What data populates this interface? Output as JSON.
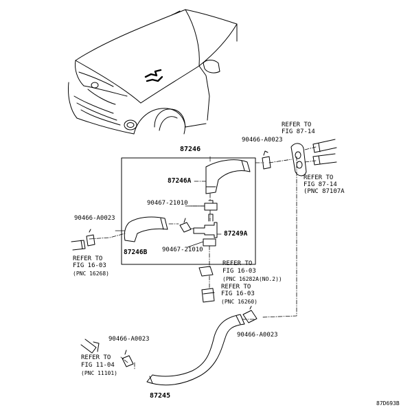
{
  "part_numbers": {
    "group": "87246",
    "hose_a": "87246A",
    "hose_b": "87246B",
    "union": "87249A",
    "clamp_top": "90467-21010",
    "clamp_bottom": "90467-21010",
    "clamp_right_top": "90466-A0023",
    "clamp_left": "90466-A0023",
    "clamp_right_bottom": "90466-A0023",
    "clamp_lower_left": "90466-A0023",
    "hose_lower": "87245"
  },
  "refs": {
    "r1": {
      "line1": "REFER TO",
      "line2": "FIG 87-14"
    },
    "r2": {
      "line1": "REFER TO",
      "line2": "FIG 87-14",
      "line3": "(PNC 87107A"
    },
    "r3": {
      "line1": "REFER TO",
      "line2": "FIG 16-03",
      "line3": "(PNC 16268)"
    },
    "r4": {
      "line1": "REFER TO",
      "line2": "FIG 16-03",
      "line3": "(PNC 16282A(NO.2))"
    },
    "r5": {
      "line1": "REFER TO",
      "line2": "FIG 16-03",
      "line3": "(PNC 16260)"
    },
    "r6": {
      "line1": "REFER TO",
      "line2": "FIG 11-04",
      "line3": "(PNC 11101)"
    }
  },
  "figure_code": "87D693B"
}
